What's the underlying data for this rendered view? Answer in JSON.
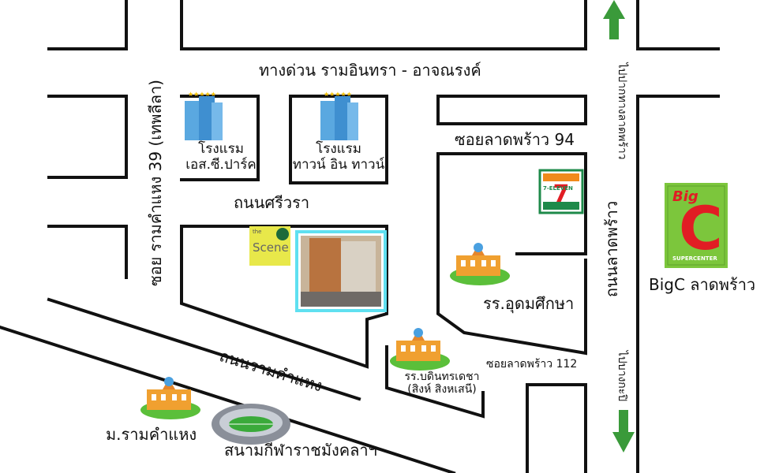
{
  "roads": {
    "expressway": "ทางด่วน รามอินทรา - อาจณรงค์",
    "soi_ladprao_94": "ซอยลาดพร้าว 94",
    "soi_ramkhamhaeng_39": "ซอย รามคำแหง 39 (เทพลีลา)",
    "srivara_road": "ถนนศรีวรา",
    "ramkhamhaeng_road": "ถนนรามคำแหง",
    "ladprao_road": "ถนนลาดพร้าว",
    "soi_ladprao_112": "ซอยลาดพร้าว 112"
  },
  "directions": {
    "north": "ไปปากทางลาดพร้าว",
    "south": "ไปบางกะปิ"
  },
  "places": {
    "hotel_sc_park_line1": "โรงแรม",
    "hotel_sc_park_line2": "เอส.ซี.ปาร์ค",
    "hotel_town_line1": "โรงแรม",
    "hotel_town_line2": "ทาวน์ อิน ทาวน์",
    "udom_suksa": "รร.อุดมศึกษา",
    "bodindecha_line1": "รร.บดินทรเดชา",
    "bodindecha_line2": "(สิงห์ สิงหเสนี)",
    "ramkhamhaeng_univ": "ม.รามคำแหง",
    "stadium": "สนามกีฬาราชมังคลาฯ",
    "bigc_label": "BigC ลาดพร้าว"
  },
  "logos": {
    "seven_eleven": "7-ELEVEN",
    "bigc_big": "Big",
    "bigc_c": "C",
    "bigc_super": "SUPERCENTER",
    "scene_small": "the",
    "scene": "Scene"
  },
  "colors": {
    "arrow_green": "#3a9a3a",
    "highlight_cyan": "#5fe0f0",
    "bigc_green": "#7cc63c",
    "bigc_red": "#e11d24",
    "scene_yellow": "#e8e84a",
    "seven_green": "#1e8a4a",
    "seven_orange": "#f08a1c"
  }
}
